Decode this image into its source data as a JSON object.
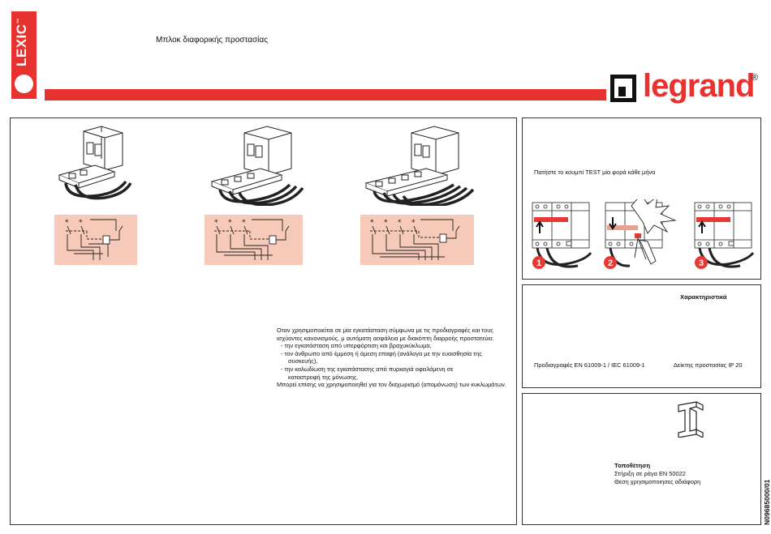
{
  "brand": {
    "lexic": "LEXIC",
    "lexic_tm": "™",
    "name": "legrand",
    "reg": "®"
  },
  "header": {
    "title": "Μπλοκ διαφορικής προστασίας"
  },
  "main": {
    "description": {
      "intro": "Οταν χρησιμοποιείται σε μία εγκατάσταση σύμφωνα με τις προδιαγραφές και τους ισχύοντες κανονισμούς, μ αυτόματη ασφάλεια με διακόπτη διαρροής προστατεύει:",
      "items": [
        [
          "- την εγκατάσταση από υπερφόρτιση και βραχυκύκλωμα,"
        ],
        [
          "- τον άνθρωπο από έμμεση ή άμεση επαφή (ανάλογα με την ευαισθησία της",
          "συσκευής),"
        ],
        [
          "- την καλωδίωση της εγκατάστασης από πυρκαγιά οφειλόμενη σε",
          "καταστροφή της μόνωσης."
        ]
      ],
      "footer": "Μπορεί επίσης να χρησιμοποιηθεί για τον διαχωρισμό (απομόνωση) των κυκλωμάτων."
    }
  },
  "test": {
    "instruction": "Πατήστε το κουμπί TEST μία φορά κάθε μήνα",
    "steps": [
      "1",
      "2",
      "3"
    ]
  },
  "characteristics": {
    "title": "Χαρακτηριστικά",
    "spec": "Προδιαγραφές EN 61009-1 / IEC 61009-1",
    "protection": "Δείκτης προστασίας IP 20"
  },
  "mounting": {
    "title": "Τοποθέτηση",
    "line1": "Στήριξη σε ράγα EN 50022",
    "line2": "Θεση χρησιμοποιησες αδιάφορη"
  },
  "reference": "N09685000/01",
  "colors": {
    "brand_red": "#e8322f",
    "schematic_bg": "#f6c9b8",
    "step_red": "#e53935"
  }
}
